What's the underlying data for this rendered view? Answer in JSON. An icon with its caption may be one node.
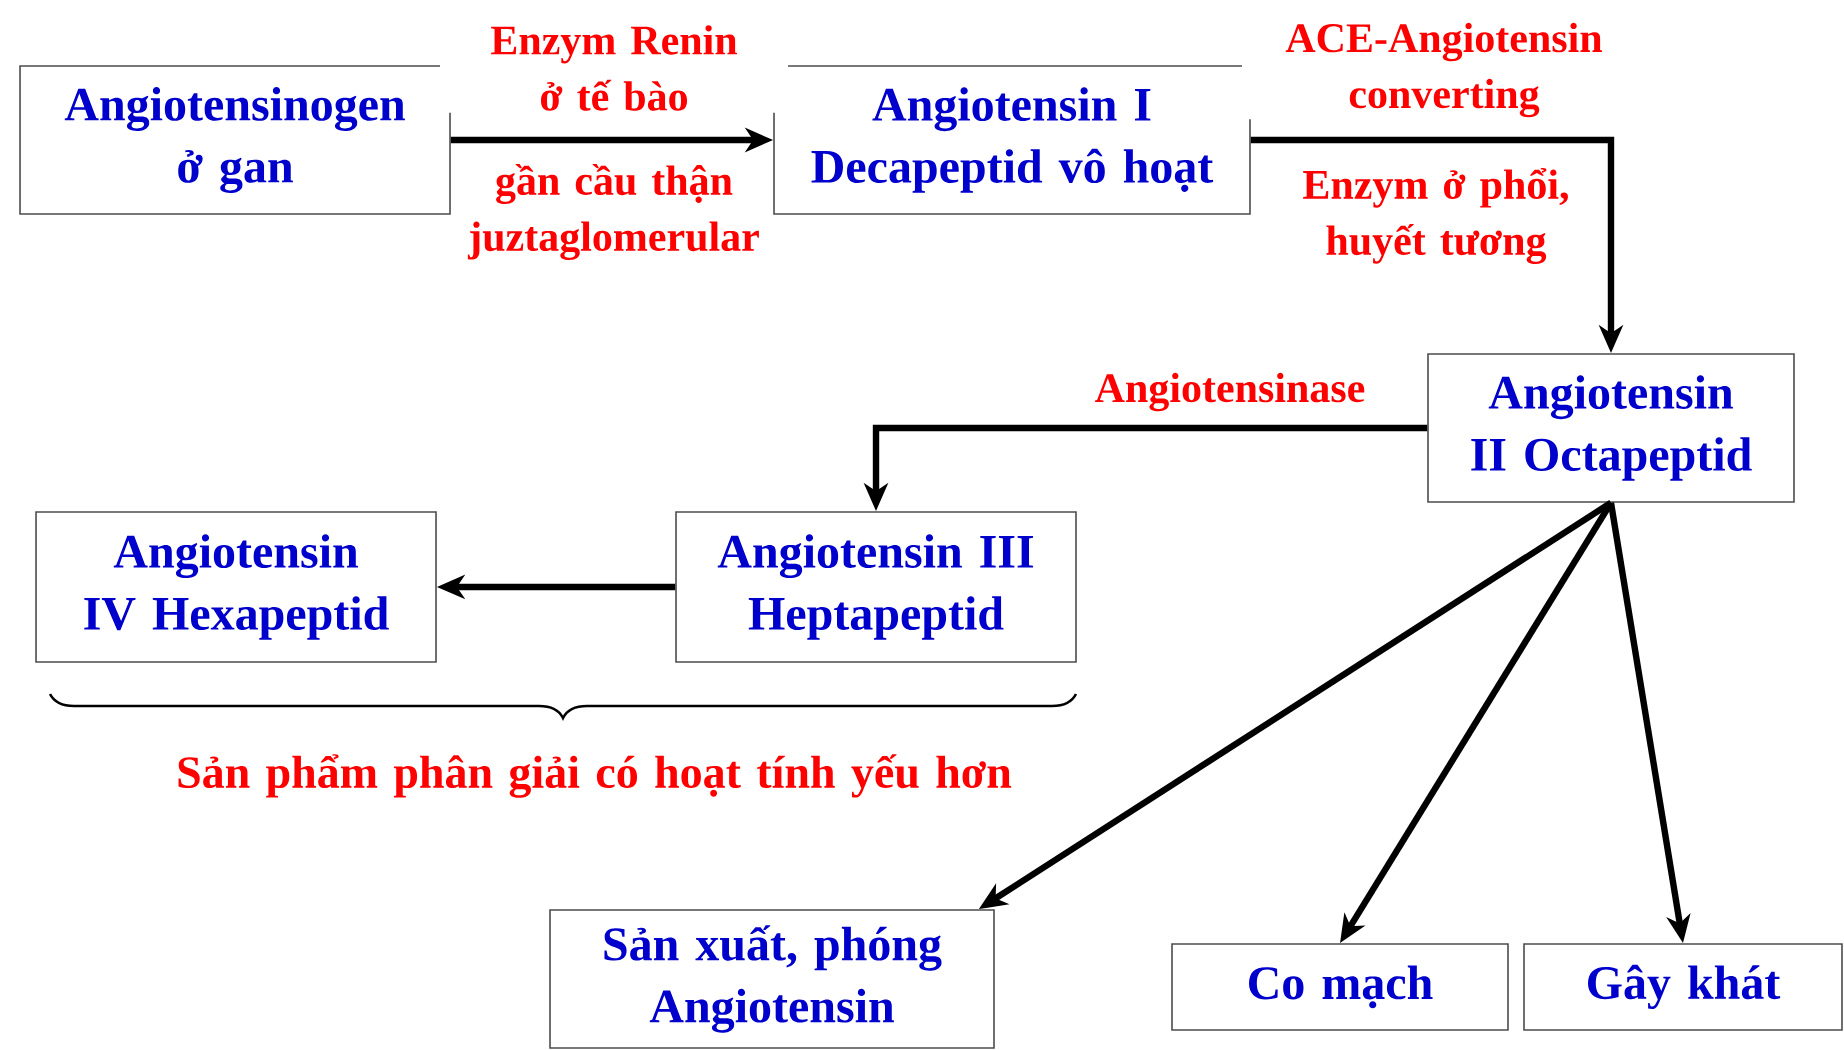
{
  "diagram": {
    "nodes": [
      {
        "text": [
          "Angiotensinogen ở gan"
        ]
      },
      {
        "text": [
          "Angiotensin I Decapeptid vô hoạt"
        ]
      },
      {
        "text": [
          "Angiotensin II Octapeptid"
        ]
      },
      {
        "text": [
          "Angiotensin III Heptapeptid"
        ]
      },
      {
        "text": [
          "Angiotensin IV Hexapeptid"
        ]
      },
      {
        "text": [
          "Sản xuất, phóng Angiotensin"
        ]
      },
      {
        "text": [
          "Co mạch"
        ]
      },
      {
        "text": [
          "Gây khát"
        ]
      }
    ],
    "edges": [
      {
        "from": 0,
        "to": 1,
        "arrow": "to",
        "label": "Enzym Renin ở tế bào"
      },
      {
        "from": 1,
        "to": 2,
        "arrow": "to",
        "label": "ACE-Angiotensin converting"
      },
      {
        "from": 2,
        "to": 3,
        "arrow": "to",
        "label": "Angiotensinase"
      },
      {
        "from": 3,
        "to": 4,
        "arrow": "to"
      },
      {
        "from": 2,
        "to": 5,
        "arrow": "to"
      },
      {
        "from": 2,
        "to": 6,
        "arrow": "to"
      },
      {
        "from": 2,
        "to": 7,
        "arrow": "to"
      }
    ],
    "labels": [
      "gần cầu thận juztaglomerular",
      "Enzym ở phổi, huyết tương",
      "Sản phẩm phân giải có hoạt tính yếu hơn"
    ]
  }
}
